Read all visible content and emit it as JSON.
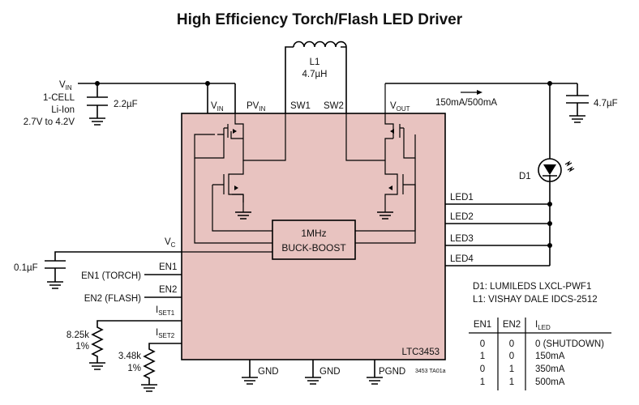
{
  "title": "High Efficiency Torch/Flash LED Driver",
  "colors": {
    "ic_fill": "#e8c3c0",
    "wire": "#000000",
    "background": "#ffffff"
  },
  "chip": {
    "name": "LTC3453",
    "controller": [
      "1MHz",
      "BUCK-BOOST"
    ],
    "pins": {
      "vin": "V",
      "vin_sub": "IN",
      "pvin": "PV",
      "pvin_sub": "IN",
      "sw1": "SW1",
      "sw2": "SW2",
      "vout": "V",
      "vout_sub": "OUT",
      "vc": "V",
      "vc_sub": "C",
      "en1": "EN1",
      "en2": "EN2",
      "iset1": "I",
      "iset1_sub": "SET1",
      "iset2": "I",
      "iset2_sub": "SET2",
      "led1": "LED1",
      "led2": "LED2",
      "led3": "LED3",
      "led4": "LED4",
      "gnd1": "GND",
      "gnd2": "GND",
      "pgnd": "PGND"
    }
  },
  "inductor": {
    "name": "L1",
    "value": "4.7µH"
  },
  "input": {
    "label": "V",
    "label_sub": "IN",
    "line2": "1-CELL",
    "line3": "Li-Ion",
    "line4": "2.7V to 4.2V",
    "cap": "2.2µF"
  },
  "output": {
    "cap": "4.7µF",
    "current": "150mA/500mA"
  },
  "led": {
    "ref": "D1"
  },
  "vc_cap": "0.1µF",
  "enables": {
    "en1": "EN1 (TORCH)",
    "en2": "EN2 (FLASH)"
  },
  "resistors": [
    {
      "value": "8.25k",
      "tol": "1%"
    },
    {
      "value": "3.48k",
      "tol": "1%"
    }
  ],
  "notes": [
    "D1: LUMILEDS LXCL-PWF1",
    "L1: VISHAY DALE IDCS-2512"
  ],
  "truth_table": {
    "headers": {
      "en1": "EN1",
      "en2": "EN2",
      "iled": "I",
      "iled_sub": "LED"
    },
    "rows": [
      {
        "en1": "0",
        "en2": "0",
        "iled": "0 (SHUTDOWN)"
      },
      {
        "en1": "1",
        "en2": "0",
        "iled": "150mA"
      },
      {
        "en1": "0",
        "en2": "1",
        "iled": "350mA"
      },
      {
        "en1": "1",
        "en2": "1",
        "iled": "500mA"
      }
    ]
  },
  "figure_code": "3453 TA01a"
}
